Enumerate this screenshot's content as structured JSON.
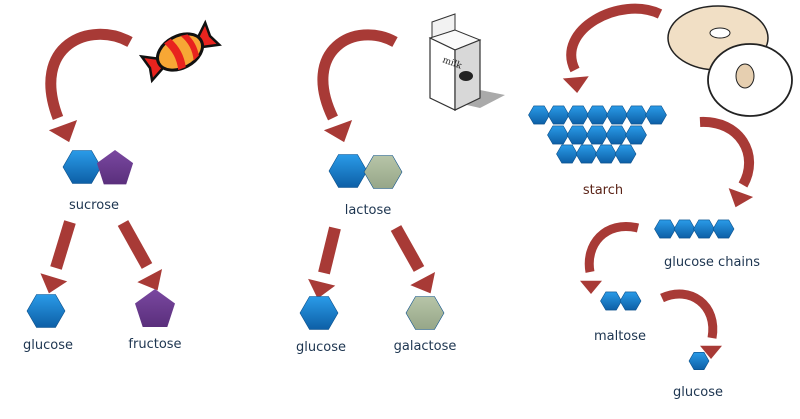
{
  "title": "Carbohydrate digestion into monosaccharides",
  "colors": {
    "glucose": "#1a7cc9",
    "fructose": "#6b3c8e",
    "galactose": "#a9b89a",
    "arrow": "#a83a36",
    "label": "#1d3550",
    "starch_label": "#5b2418"
  },
  "sources": {
    "candy": "candy-icon",
    "milk": {
      "icon": "milk-carton-icon",
      "carton_text": "milk"
    },
    "bagel": "bagel-icon"
  },
  "sucrose_panel": {
    "disaccharide": "sucrose",
    "products": [
      "glucose",
      "fructose"
    ]
  },
  "lactose_panel": {
    "disaccharide": "lactose",
    "products": [
      "glucose",
      "galactose"
    ]
  },
  "starch_panel": {
    "polysaccharide": "starch",
    "chains": "glucose chains",
    "disaccharide": "maltose",
    "product": "glucose",
    "starch_rows": [
      7,
      5,
      4
    ],
    "chain_length": 4,
    "maltose_units": 2
  }
}
